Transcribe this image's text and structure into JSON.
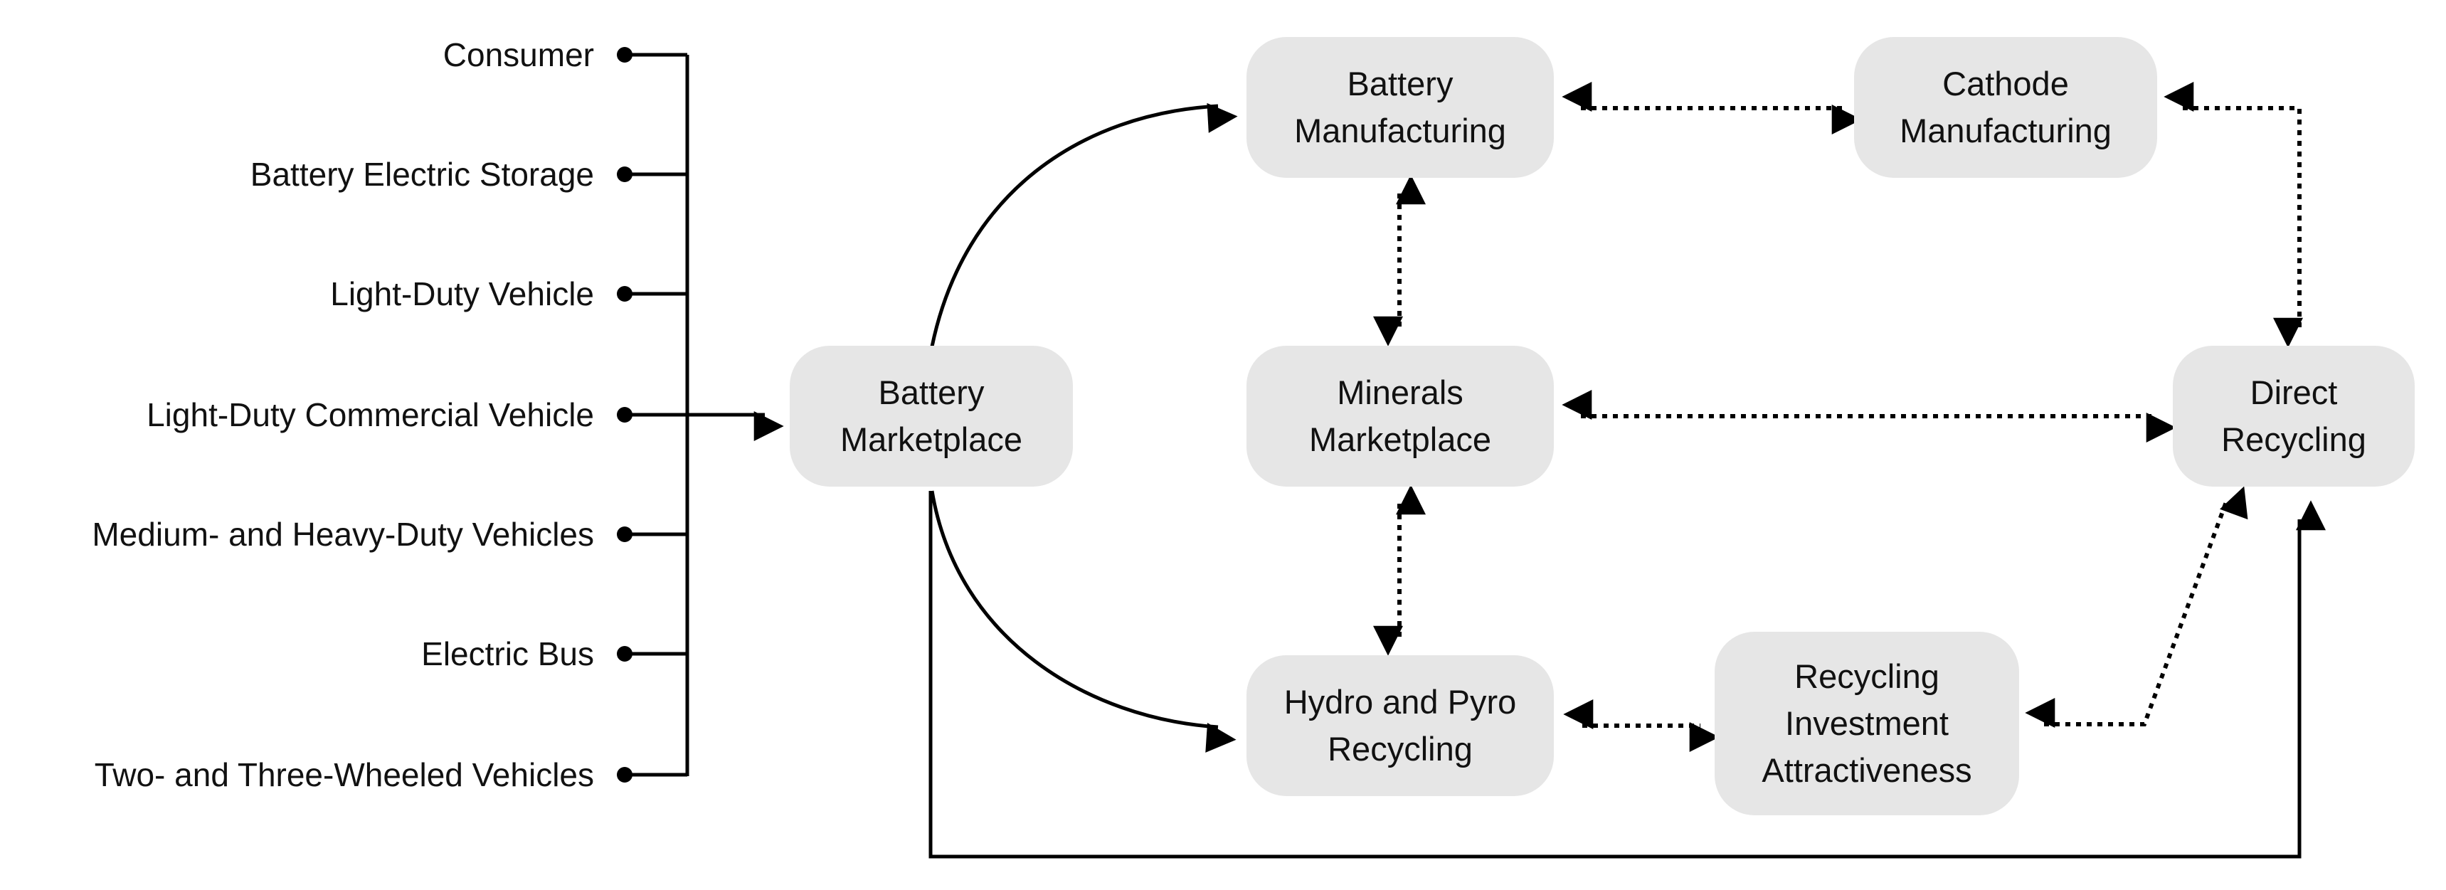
{
  "sources": [
    "Consumer",
    "Battery Electric Storage",
    "Light-Duty Vehicle",
    "Light-Duty Commercial Vehicle",
    "Medium- and Heavy-Duty Vehicles",
    "Electric Bus",
    "Two- and Three-Wheeled Vehicles"
  ],
  "nodes": {
    "battery_marketplace": [
      "Battery",
      "Marketplace"
    ],
    "battery_manufacturing": [
      "Battery",
      "Manufacturing"
    ],
    "cathode_manufacturing": [
      "Cathode",
      "Manufacturing"
    ],
    "minerals_marketplace": [
      "Minerals",
      "Marketplace"
    ],
    "direct_recycling": [
      "Direct",
      "Recycling"
    ],
    "hydro_pyro_recycling": [
      "Hydro and Pyro",
      "Recycling"
    ],
    "recycling_investment": [
      "Recycling",
      "Investment",
      "Attractiveness"
    ]
  },
  "connections": [
    {
      "from": "sources",
      "to": "battery_marketplace",
      "style": "solid",
      "direction": "one-way"
    },
    {
      "from": "battery_marketplace",
      "to": "battery_manufacturing",
      "style": "solid",
      "direction": "one-way"
    },
    {
      "from": "battery_marketplace",
      "to": "hydro_pyro_recycling",
      "style": "solid",
      "direction": "one-way"
    },
    {
      "from": "battery_marketplace",
      "to": "direct_recycling",
      "style": "solid",
      "direction": "one-way"
    },
    {
      "from": "battery_manufacturing",
      "to": "cathode_manufacturing",
      "style": "dotted",
      "direction": "two-way"
    },
    {
      "from": "battery_manufacturing",
      "to": "minerals_marketplace",
      "style": "dotted",
      "direction": "two-way"
    },
    {
      "from": "cathode_manufacturing",
      "to": "direct_recycling",
      "style": "dotted",
      "direction": "two-way"
    },
    {
      "from": "minerals_marketplace",
      "to": "direct_recycling",
      "style": "dotted",
      "direction": "two-way"
    },
    {
      "from": "minerals_marketplace",
      "to": "hydro_pyro_recycling",
      "style": "dotted",
      "direction": "two-way"
    },
    {
      "from": "hydro_pyro_recycling",
      "to": "recycling_investment",
      "style": "dotted",
      "direction": "two-way"
    },
    {
      "from": "recycling_investment",
      "to": "direct_recycling",
      "style": "dotted",
      "direction": "two-way"
    }
  ],
  "colors": {
    "node_fill": "#e6e6e6",
    "line": "#000000",
    "text": "#111111"
  }
}
